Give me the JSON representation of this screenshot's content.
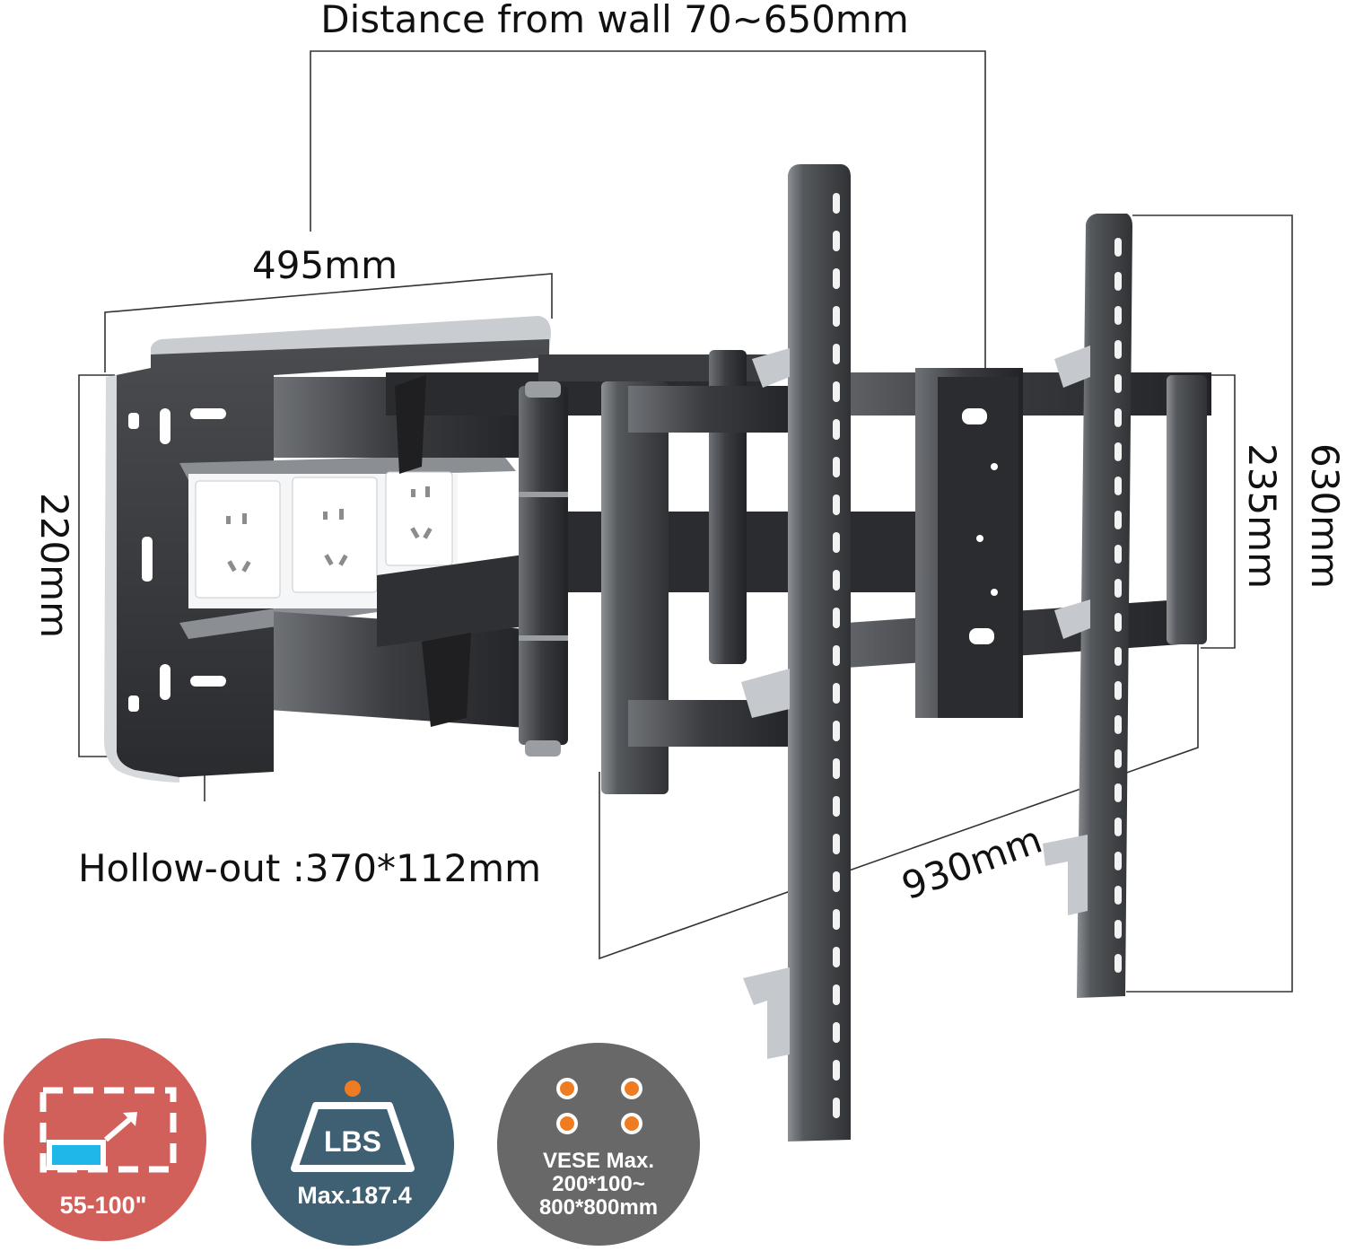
{
  "dimensions": {
    "distance_from_wall": "Distance from wall 70~650mm",
    "wall_plate_width": "495mm",
    "wall_plate_height": "220mm",
    "hollow_out": "Hollow-out :370*112mm",
    "total_width": "930mm",
    "rail_length": "630mm",
    "frame_height": "235mm"
  },
  "badges": [
    {
      "label": "55-100\"",
      "icon": "screen-size-icon",
      "color": "#d2605a"
    },
    {
      "label": "LBS",
      "sublabel": "Max.187.4",
      "icon": "weight-icon",
      "color": "#3f5f73"
    },
    {
      "label": "VESE Max.",
      "line2": "200*100~",
      "line3": "800*800mm",
      "icon": "vesa-holes-icon",
      "color": "#686868"
    }
  ],
  "colors": {
    "accent_orange": "#f07c22",
    "screen_blue": "#1fb6ea",
    "steel_dark": "#2c2d30",
    "steel_light": "#bfc3c7"
  }
}
